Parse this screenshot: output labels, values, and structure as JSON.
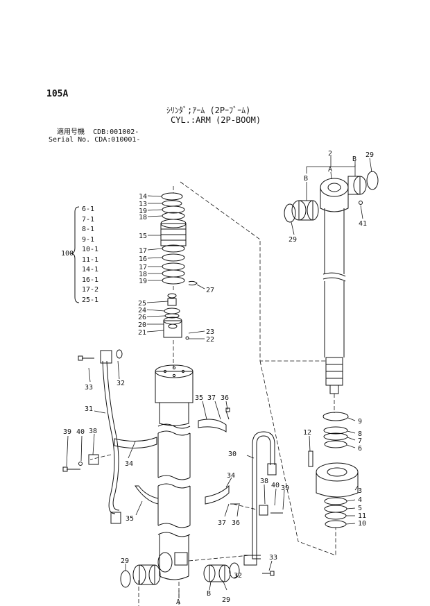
{
  "page_number": "105A",
  "title_jp": "ｼﾘﾝﾀﾞ;ｱｰﾑ (2Pｰﾌﾞｰﾑ)",
  "title_en": "CYL.:ARM (2P-BOOM)",
  "serial_lines": [
    "  適用号機  CDB:001002-",
    "Serial No. CDA:010001-"
  ],
  "kit": {
    "number": "100",
    "items": [
      "6-1",
      "7-1",
      "8-1",
      "9-1",
      "10-1",
      "11-1",
      "14-1",
      "16-1",
      "17-2",
      "25-1"
    ]
  },
  "callouts": {
    "p14": "14",
    "p13": "13",
    "p19a": "19",
    "p18a": "18",
    "p15": "15",
    "p17a": "17",
    "p16": "16",
    "p17b": "17",
    "p18b": "18",
    "p19b": "19",
    "p27": "27",
    "p25": "25",
    "p24": "24",
    "p26": "26",
    "p20": "20",
    "p21": "21",
    "p23": "23",
    "p22": "22",
    "p2": "2",
    "pA1": "A",
    "pB1": "B",
    "pB2": "B",
    "p29a": "29",
    "p29b": "29",
    "p41": "41",
    "p9": "9",
    "p8": "8",
    "p7": "7",
    "p6": "6",
    "p12": "12",
    "p3": "3",
    "p4": "4",
    "p5": "5",
    "p11": "11",
    "p10": "10",
    "p33a": "33",
    "p32a": "32",
    "p31": "31",
    "p35a": "35",
    "p37a": "37",
    "p36a": "36",
    "p39a": "39",
    "p40a": "40",
    "p38a": "38",
    "p34a": "34",
    "p30": "30",
    "p34b": "34",
    "p38b": "38",
    "p40b": "40",
    "p39b": "39",
    "p35b": "35",
    "p37b": "37",
    "p36b": "36",
    "p29c": "29",
    "p29d": "29",
    "pB3": "B",
    "pA2": "A",
    "p32b": "32",
    "p33b": "33"
  }
}
